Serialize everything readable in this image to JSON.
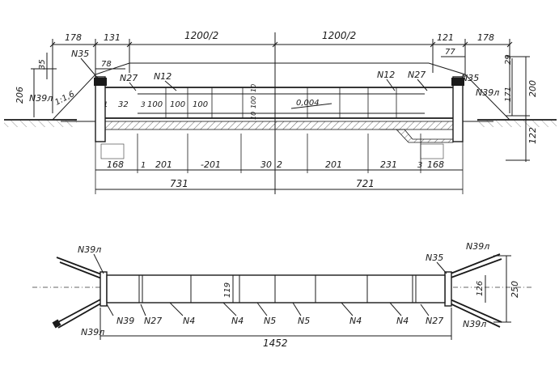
{
  "section": {
    "top_dims": [
      "178",
      "131",
      "1200/2",
      "1200/2",
      "121",
      "178"
    ],
    "sub_dims": [
      "78",
      "77"
    ],
    "left_dims": [
      "35",
      "206"
    ],
    "right_dims": [
      "29",
      "171",
      "200",
      "122"
    ],
    "slope": "1:1,6",
    "inner_dims": [
      "31",
      "32",
      "3",
      "100",
      "100",
      "100",
      "10",
      "100",
      "10"
    ],
    "grade": "0,004",
    "bottom_dims": [
      "168",
      "1",
      "201",
      "-201",
      "30",
      "2",
      "201",
      "231",
      "3",
      "168"
    ],
    "totals": [
      "731",
      "721"
    ],
    "labels": [
      "N35",
      "N39л",
      "N27",
      "N12",
      "N12",
      "N27",
      "N35",
      "N39л"
    ]
  },
  "plan": {
    "labels_top": [
      "N39л",
      "N35",
      "N39л"
    ],
    "labels_bottom": [
      "N39л",
      "N39",
      "N27",
      "N4",
      "N4",
      "N5",
      "N5",
      "N4",
      "N4",
      "N27",
      "N39л"
    ],
    "dims": [
      "119",
      "126",
      "250"
    ],
    "total": "1452"
  }
}
